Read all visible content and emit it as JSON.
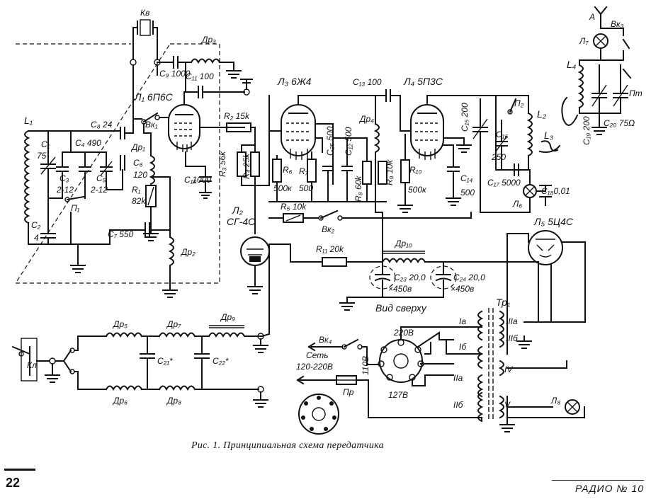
{
  "caption": "Рис. 1. Принципиальная схема передатчика",
  "page_number": "22",
  "footer": "РАДИО № 10",
  "labels": {
    "kv": "Кв",
    "l1": "L₁",
    "c1": "C₁",
    "c1v": "75",
    "c2": "C₂",
    "c2v": "4",
    "c3": "C₃",
    "c3v": "2-12",
    "c4": "C₄",
    "c4v": "490",
    "c5": "C₅",
    "c5v": "2-12",
    "c6": "C₆",
    "c6v": "120",
    "c7": "C₇",
    "c7v": "550",
    "c8": "C₈",
    "c8v": "24",
    "c9": "C₉",
    "c9v": "1000",
    "c10": "C₁₀",
    "c10v": "1000",
    "c11": "C₁₁",
    "c11v": "100",
    "c12": "C₁₂",
    "c12v": "500",
    "c13": "C₁₃",
    "c13v": "100",
    "c14": "C₁₄",
    "c14v": "500",
    "c15": "C₁₅",
    "c15v": "200",
    "c16": "C₁₆",
    "c16v": "250",
    "c17": "C₁₇",
    "c17v": "5000",
    "c18": "C₁₈",
    "c18v": "0,01",
    "c19": "C₁₉",
    "c19v": "200",
    "c20": "C₂₀",
    "c20v": "75Ω",
    "c21": "C₂₁*",
    "c22": "C₂₂*",
    "c23": "C₂₃",
    "c23v": "20,0",
    "c23u": "×450в",
    "c24": "C₂₄",
    "c24v": "20,0",
    "c24u": "×450в",
    "c25": "C₂₅",
    "c25v": "500",
    "p1": "П₁",
    "p2": "П₂",
    "pt": "Пт",
    "vk1": "Вк₁",
    "vk2": "Вк₂",
    "vk3": "Вк₃",
    "vk4": "Вк₄",
    "dr1": "Др₁",
    "dr2": "Др₂",
    "dr3": "Др₃",
    "dr4": "Др₄",
    "dr5": "Др₅",
    "dr6": "Др₆",
    "dr7": "Др₇",
    "dr8": "Др₈",
    "dr9": "Др₉",
    "dr10": "Др₁₀",
    "r1": "R₁",
    "r1v": "82k",
    "r2": "R₂",
    "r2v": "15k",
    "r3": "R₃",
    "r3v": "56k",
    "r4": "R₄",
    "r4v": "25k",
    "r5": "R₅",
    "r5v": "10k",
    "r6": "R₆",
    "r6v": "500к",
    "r7": "R₇",
    "r7v": "500",
    "r8": "R₈",
    "r8v": "60k",
    "r9": "R₉",
    "r9v": "10k",
    "r10": "R₁₀",
    "r10v": "500к",
    "r11": "R₁₁",
    "r11v": "20k",
    "l1tube": "Л₁ 6П6С",
    "l2tube": "Л₂",
    "l2type": "СГ-4С",
    "l3tube": "Л₃ 6Ж4",
    "l4tube": "Л₄ 5П3С",
    "l5tube": "Л₅ 5Ц4С",
    "l6": "Л₆",
    "l7": "Л₇",
    "l8": "Л₈",
    "L2": "L₂",
    "L3": "L₃",
    "L4": "L₄",
    "ant": "А",
    "tr1": "Тр₁",
    "view": "Вид сверху",
    "ia": "Iа",
    "ib": "Iб",
    "iia": "IIа",
    "iib": "IIб",
    "iiia": "IIIа",
    "iiib": "IIIб",
    "iv": "IV",
    "v": "V",
    "v220": "220В",
    "v110": "110В",
    "v127": "127В",
    "mains": "Сеть",
    "mainsv": "120-220В",
    "pr": "Пр",
    "kl": "Кл"
  }
}
